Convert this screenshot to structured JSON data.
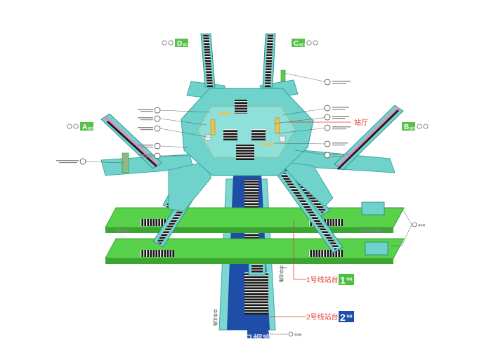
{
  "exits": {
    "a": {
      "letter": "A",
      "tag": "出口"
    },
    "b": {
      "letter": "B",
      "tag": "出口"
    },
    "c": {
      "letter": "C",
      "tag": "出口"
    },
    "d": {
      "letter": "D",
      "tag": "出口"
    }
  },
  "labels": {
    "concourse": "站厅",
    "line1_platform": "1号线站台",
    "line2_platform": "2号线站台",
    "toilet": "洗手间"
  },
  "badges": {
    "line1": {
      "number": "1",
      "sub": "号线",
      "color": "#4bbf3f"
    },
    "line2": {
      "number": "2",
      "sub": "号线",
      "color": "#1e4ea8"
    }
  },
  "road_label": "中华北路",
  "watermark": "贵州日报官微",
  "colors": {
    "concourse": "#6fd3cc",
    "concourse_edge": "#3fa9a6",
    "platform_green": "#58d14b",
    "platform_green_edge": "#3ba532",
    "line2_blue": "#1e4ea8",
    "annotation_red": "#e8392f",
    "escalator_dark": "#1d1d1d",
    "escalator_pink": "#e68ac6"
  }
}
